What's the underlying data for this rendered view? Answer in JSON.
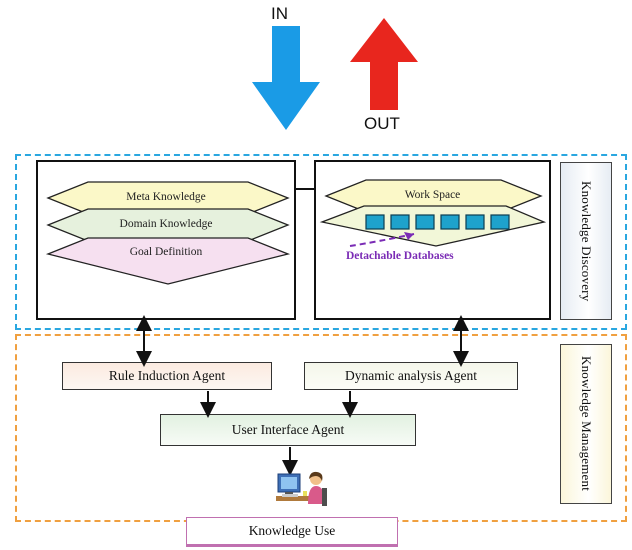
{
  "top_arrows": {
    "in_label": "IN",
    "out_label": "OUT",
    "in_color": "#1a9be6",
    "out_color": "#e8261e"
  },
  "knowledge_discovery": {
    "side_label": "Knowledge Discovery",
    "border_color": "#2aa7e0",
    "left_panel": {
      "layers": [
        "Meta Knowledge",
        "Domain Knowledge",
        "Goal Definition"
      ]
    },
    "right_panel": {
      "workspace_label": "Work Space",
      "database_label": "Detachable Databases",
      "database_block_count": 6,
      "database_label_color": "#7a2bb5",
      "block_color": "#1ea2cc"
    }
  },
  "knowledge_management": {
    "side_label": "Knowledge Management",
    "border_color": "#f0a040",
    "rule_agent": "Rule Induction Agent",
    "dynamic_agent": "Dynamic analysis Agent",
    "ui_agent": "User Interface Agent",
    "user_icon": "user-at-computer-icon"
  },
  "knowledge_use": {
    "label": "Knowledge Use",
    "border_color": "#c070b0"
  }
}
